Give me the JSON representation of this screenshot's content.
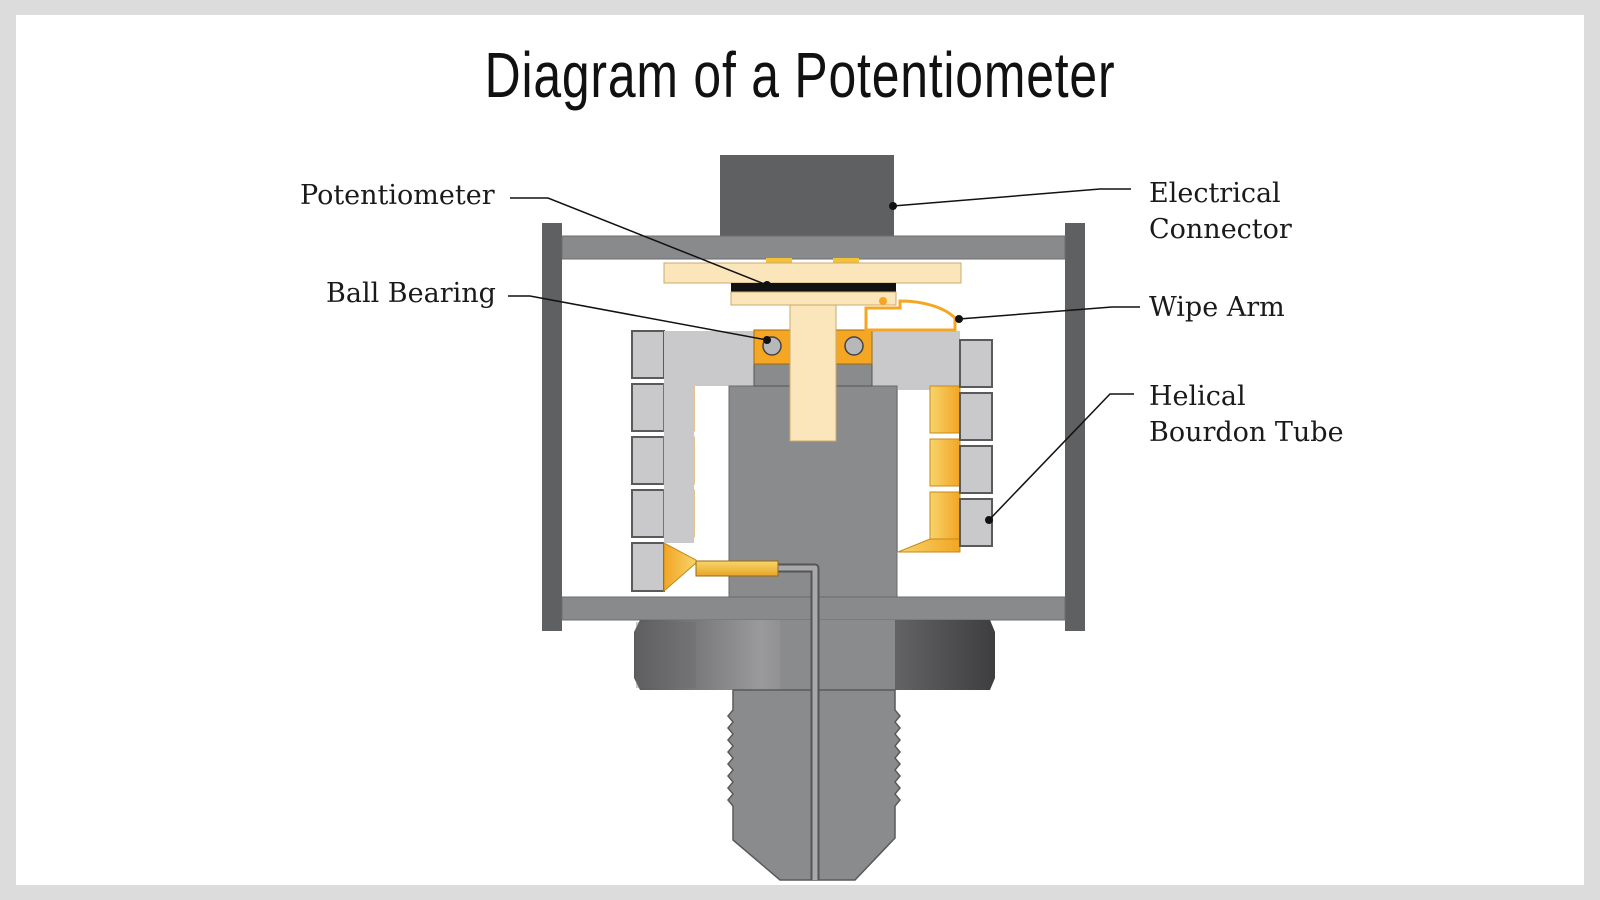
{
  "title": "Diagram of a Potentiometer",
  "labels": {
    "potentiometer": "Potentiometer",
    "ball_bearing": "Ball Bearing",
    "electrical_connector_line1": "Electrical",
    "electrical_connector_line2": "Connector",
    "wipe_arm": "Wipe Arm",
    "helical_bourdon_tube_line1": "Helical",
    "helical_bourdon_tube_line2": "Bourdon Tube"
  },
  "colors": {
    "frame": "#5f6062",
    "plate": "#898a8c",
    "body": "#8a8b8d",
    "light_gray": "#c9c9cb",
    "cream": "#fbe6bc",
    "orange": "#f5a623",
    "gold": "#f3c13a",
    "background": "#dcdcdc"
  }
}
